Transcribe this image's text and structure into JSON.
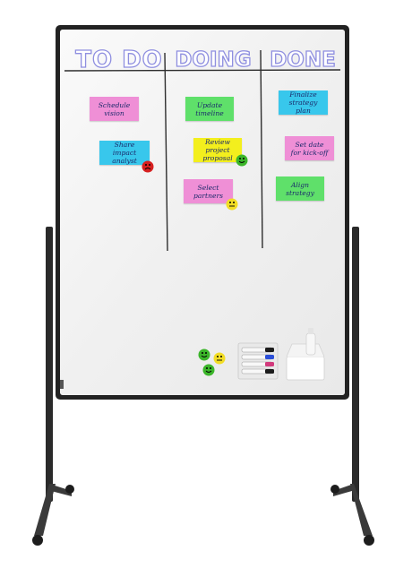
{
  "board": {
    "columns": [
      {
        "heading": "TO DO"
      },
      {
        "heading": "DOING"
      },
      {
        "heading": "DONE"
      }
    ],
    "notes": {
      "todo": [
        {
          "text": "Schedule\nvision",
          "color": "#ef8fd6"
        },
        {
          "text": "Share\nimpact analyst",
          "color": "#38c7ec"
        }
      ],
      "doing": [
        {
          "text": "Update\ntimeline",
          "color": "#5fe06a"
        },
        {
          "text": "Review\nproject proposal",
          "color": "#f3ef1d"
        },
        {
          "text": "Select\npartners",
          "color": "#ef8fd6"
        }
      ],
      "done": [
        {
          "text": "Finalize strategy\nplan",
          "color": "#38c7ec"
        },
        {
          "text": "Set date\nfor kick-off",
          "color": "#ef8fd6"
        },
        {
          "text": "Align\nstrategy",
          "color": "#5fe06a"
        }
      ]
    },
    "magnets": {
      "sad": "red-sad-face-magnet",
      "happy": "green-happy-face-magnet",
      "neutral": "yellow-neutral-face-magnet"
    },
    "marker_colors": [
      "#1c1c1c",
      "#2b4fd8",
      "#d23a7c",
      "#1c1c1c"
    ],
    "frame_color": "#232323",
    "surface_color": "#f2f2f2"
  }
}
